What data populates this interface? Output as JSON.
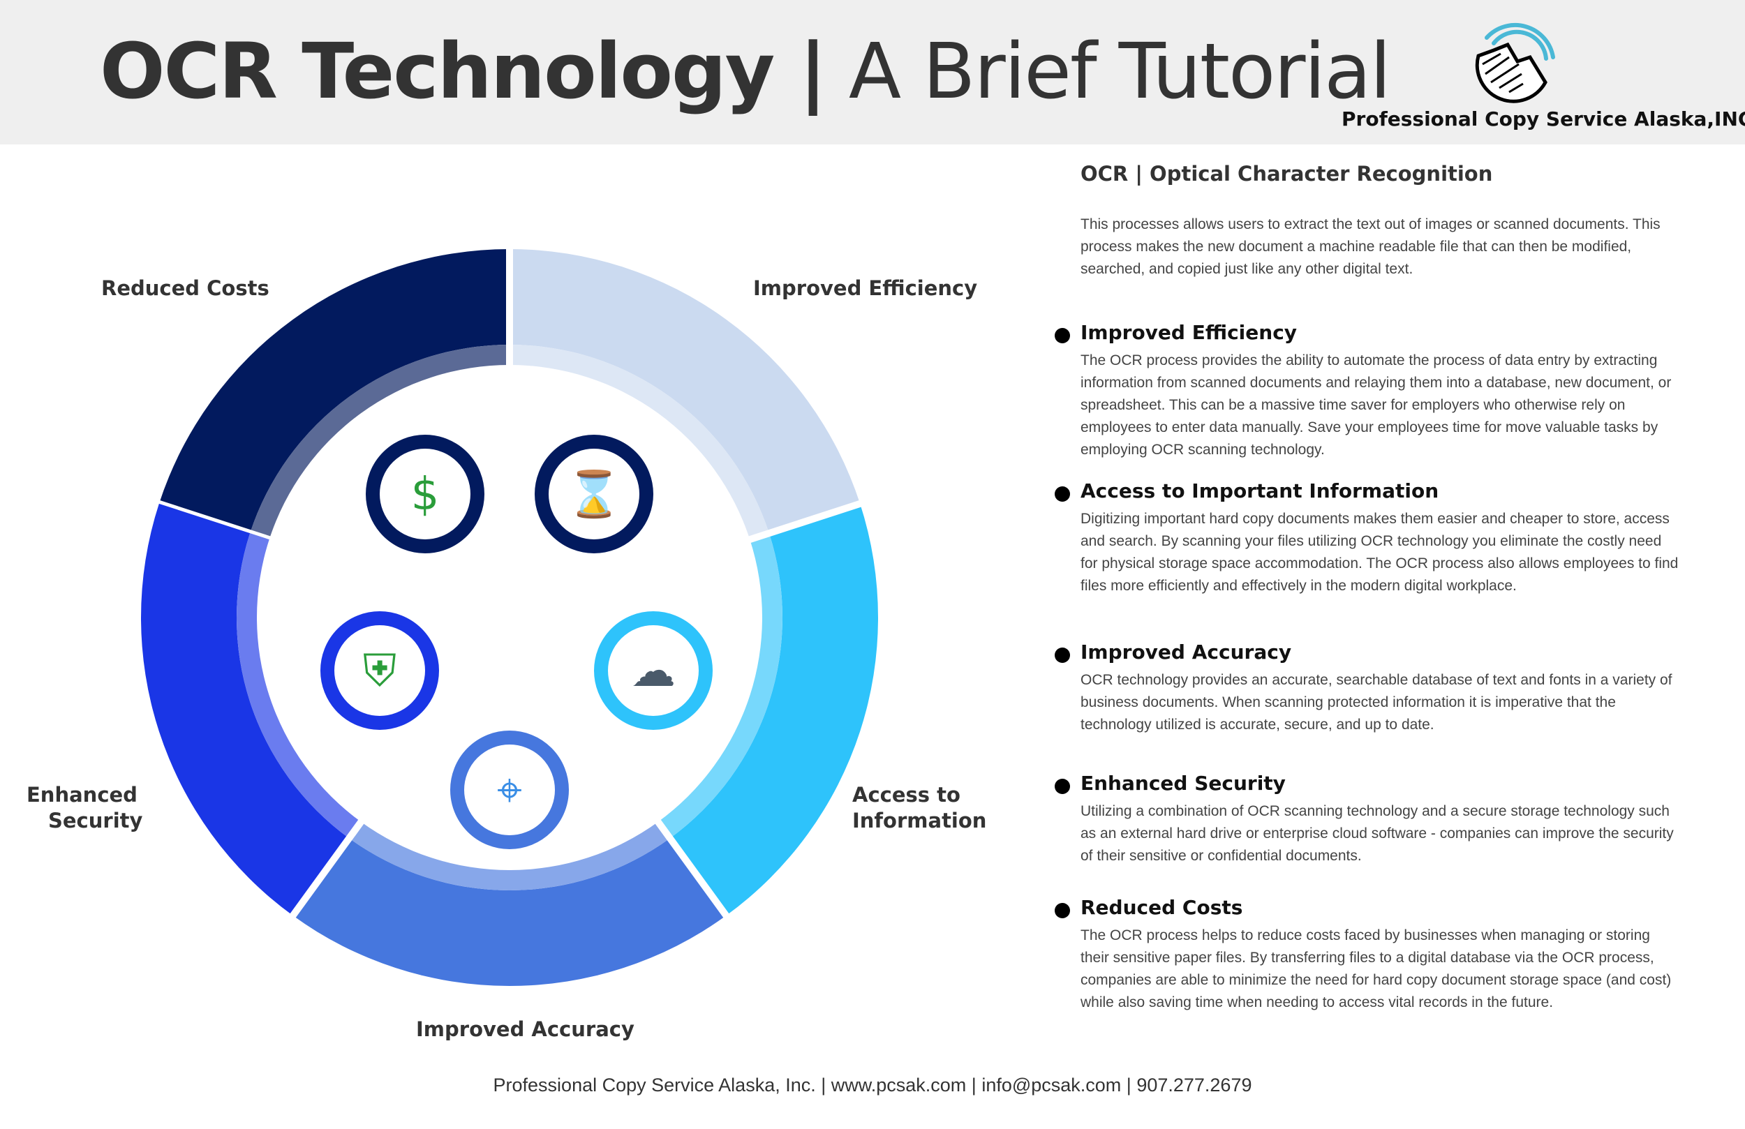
{
  "header": {
    "title_bold": "OCR Technology |",
    "title_light": " A Brief Tutorial",
    "logo_text": "Professional Copy Service Alaska,INC"
  },
  "wheel": {
    "segments": [
      {
        "label": "Reduced Costs",
        "color": "#021a5e",
        "icon": "dollar-refresh-icon"
      },
      {
        "label": "Improved Efficiency",
        "color": "#cbdaf0",
        "icon": "hourglass-coins-icon"
      },
      {
        "label": "Access to Information",
        "color": "#2ec3fb",
        "icon": "cloud-check-icon"
      },
      {
        "label": "Improved Accuracy",
        "color": "#4677de",
        "icon": "target-icon"
      },
      {
        "label": "Enhanced Security",
        "color": "#1a36e6",
        "icon": "shield-lock-icon"
      }
    ],
    "labels": {
      "enhanced_1": "Enhanced",
      "enhanced_2": "Security",
      "access_1": "Access to",
      "access_2": "Information"
    }
  },
  "intro": {
    "heading": "OCR |  Optical Character Recognition",
    "body": "This processes allows users to extract the text out of images or scanned documents.  This process makes the new document a machine readable file that can then be modified, searched, and copied just like any other digital text."
  },
  "sections": [
    {
      "title": "Improved Efficiency",
      "body": "The OCR process provides the ability to automate the process of data entry by extracting information from scanned documents and relaying them into a database, new document, or spreadsheet.  This can be a massive time saver for employers who otherwise rely on employees to enter data manually.  Save your employees time for move valuable tasks by employing OCR scanning technology."
    },
    {
      "title": "Access to Important Information",
      "body": "Digitizing important hard copy documents makes them easier and cheaper to store, access and search.  By scanning your files utilizing OCR technology you eliminate the costly need for physical storage space accommodation.  The OCR process also allows employees to find files more efficiently and effectively in the modern digital workplace."
    },
    {
      "title": "Improved Accuracy",
      "body": "OCR technology provides an accurate, searchable database of text and fonts in a variety of business documents.  When scanning protected information it is imperative that the technology utilized is accurate, secure, and up to date."
    },
    {
      "title": "Enhanced Security",
      "body": "Utilizing a combination of OCR scanning technology and a secure storage technology such as an external hard drive or enterprise cloud software - companies can improve the security of their sensitive or confidential documents."
    },
    {
      "title": "Reduced Costs",
      "body": "The OCR process helps to reduce costs faced by businesses when managing or storing their sensitive paper files.  By transferring files to a digital database via the OCR process, companies are able to minimize the need for hard copy document storage space (and cost) while also saving time when needing to access vital records in the future."
    }
  ],
  "footer": "Professional Copy Service Alaska, Inc. | www.pcsak.com | info@pcsak.com | 907.277.2679"
}
